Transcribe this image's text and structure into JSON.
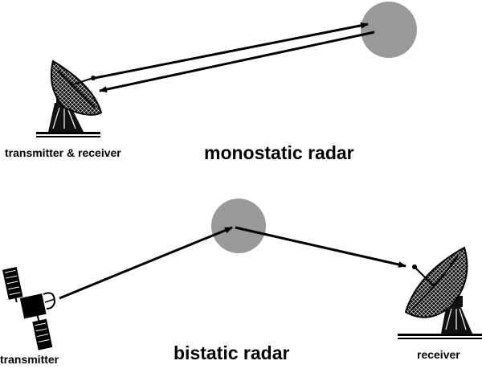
{
  "monostatic": {
    "antenna_label": "transmitter & receiver",
    "title": "monostatic radar"
  },
  "bistatic": {
    "transmitter_label": "transmitter",
    "receiver_label": "receiver",
    "title": "bistatic radar"
  },
  "colors": {
    "target": "#999999",
    "lines": "#000000",
    "background": "#ffffff"
  },
  "icons": [
    "dish-antenna-icon",
    "satellite-icon",
    "target-icon",
    "arrow-icon"
  ]
}
